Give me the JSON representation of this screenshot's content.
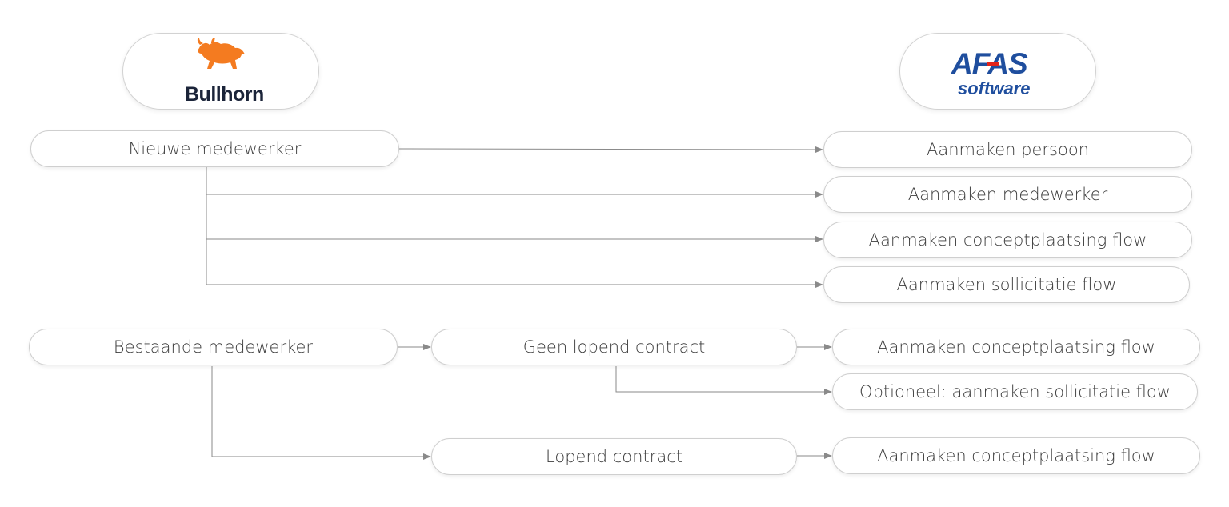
{
  "logos": {
    "left": {
      "text": "Bullhorn",
      "icon": "bull-icon",
      "color": "#f47b20"
    },
    "right": {
      "text_main": "AFAS",
      "text_sub": "software",
      "color": "#1f4e9e",
      "accent": "#e2231a"
    }
  },
  "nodes": {
    "nieuwe_medewerker": "Nieuwe medewerker",
    "aanmaken_persoon": "Aanmaken persoon",
    "aanmaken_medewerker": "Aanmaken medewerker",
    "aanmaken_conceptplaatsing_1": "Aanmaken conceptplaatsing flow",
    "aanmaken_sollicitatie": "Aanmaken sollicitatie flow",
    "bestaande_medewerker": "Bestaande medewerker",
    "geen_lopend_contract": "Geen lopend contract",
    "aanmaken_conceptplaatsing_2": "Aanmaken conceptplaatsing flow",
    "optioneel_sollicitatie": "Optioneel: aanmaken sollicitatie flow",
    "lopend_contract": "Lopend contract",
    "aanmaken_conceptplaatsing_3": "Aanmaken conceptplaatsing flow"
  },
  "colors": {
    "line": "#8a8a8a",
    "border": "#cfcfcf",
    "text": "#3c3c3c"
  }
}
